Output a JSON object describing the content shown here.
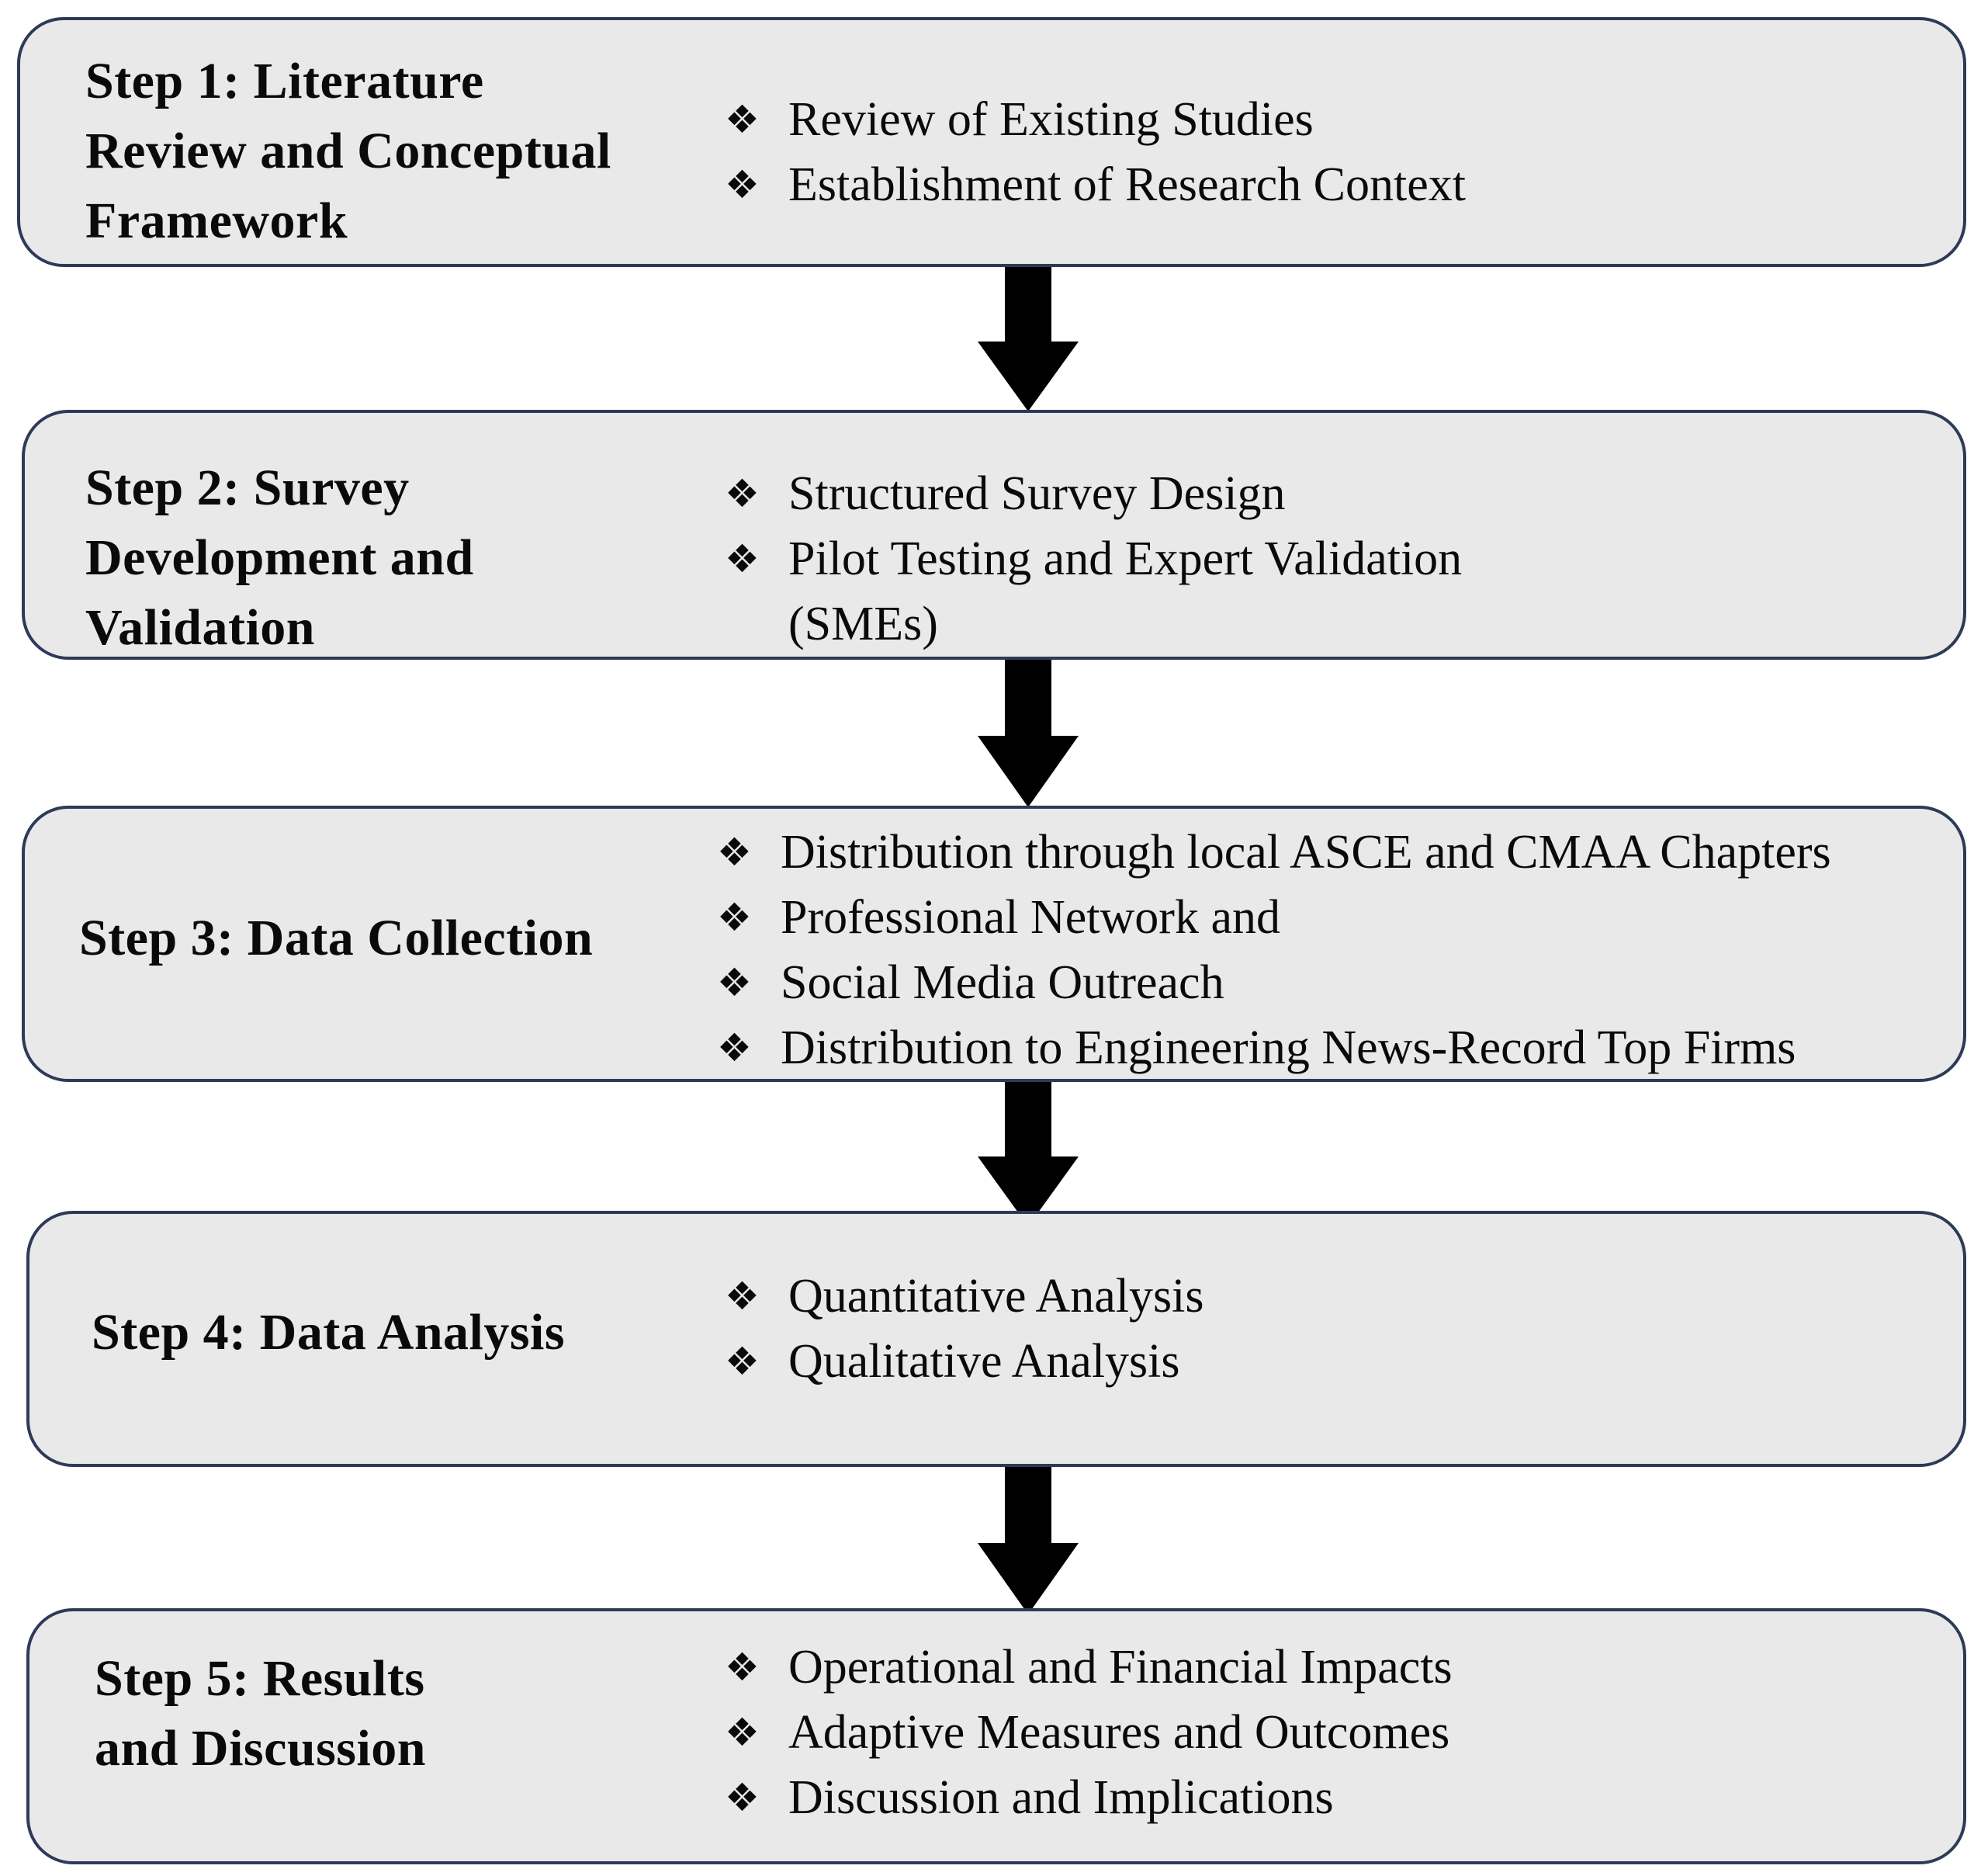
{
  "steps": [
    {
      "title_lines": [
        "Step 1: Literature",
        "Review and Conceptual",
        "Framework"
      ],
      "bullets": [
        [
          "Review of Existing Studies"
        ],
        [
          "Establishment of Research Context"
        ]
      ]
    },
    {
      "title_lines": [
        "Step 2: Survey",
        "Development and",
        "Validation"
      ],
      "bullets": [
        [
          "Structured Survey Design"
        ],
        [
          "Pilot Testing and Expert Validation",
          "(SMEs)"
        ]
      ]
    },
    {
      "title_lines": [
        "Step 3: Data Collection"
      ],
      "bullets": [
        [
          "Distribution through local ASCE and CMAA Chapters"
        ],
        [
          "Professional Network and"
        ],
        [
          "Social Media Outreach"
        ],
        [
          "Distribution to Engineering News-Record Top Firms"
        ]
      ]
    },
    {
      "title_lines": [
        "Step 4: Data Analysis"
      ],
      "bullets": [
        [
          "Quantitative Analysis"
        ],
        [
          "Qualitative Analysis"
        ]
      ]
    },
    {
      "title_lines": [
        "Step 5: Results",
        "and Discussion"
      ],
      "bullets": [
        [
          "Operational and Financial Impacts"
        ],
        [
          "Adaptive Measures and Outcomes"
        ],
        [
          "Discussion and Implications"
        ]
      ]
    }
  ],
  "bullet_icon": "four-diamond-bullet-icon",
  "bullet_glyph": "❖",
  "colors": {
    "box_fill": "#e9e9e9",
    "box_border": "#2d3b58",
    "arrow": "#000000",
    "text": "#0a0a0a"
  }
}
